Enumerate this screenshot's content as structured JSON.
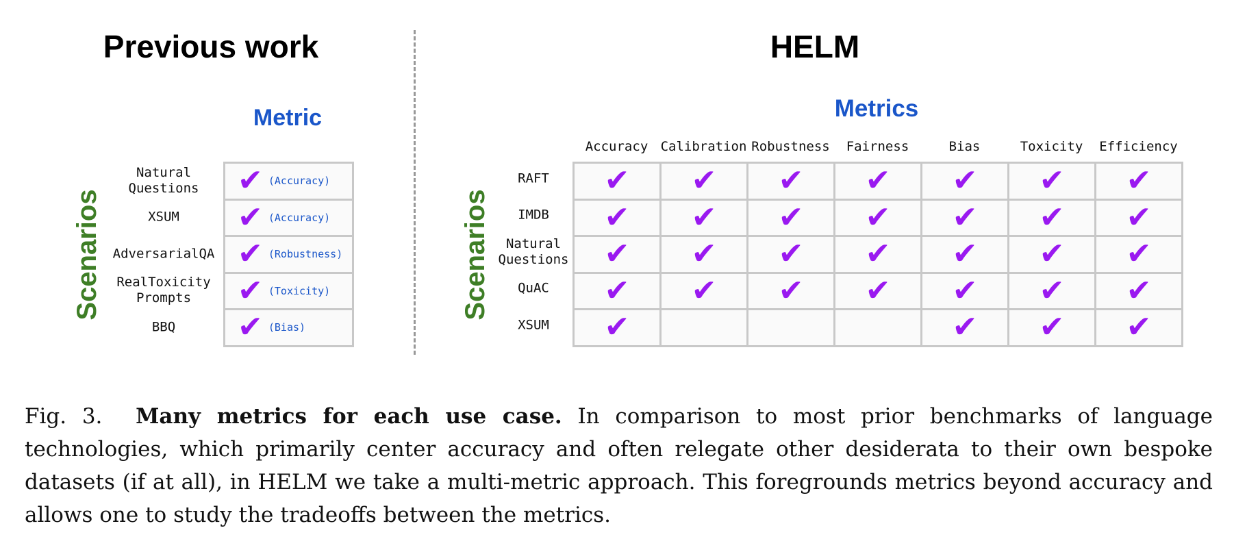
{
  "previous": {
    "title": "Previous work",
    "metric_header": "Metric",
    "scenarios_label": "Scenarios",
    "rows": [
      {
        "scenario": "Natural\nQuestions",
        "check": "✔",
        "metric": "(Accuracy)"
      },
      {
        "scenario": "XSUM",
        "check": "✔",
        "metric": "(Accuracy)"
      },
      {
        "scenario": "AdversarialQA",
        "check": "✔",
        "metric": "(Robustness)"
      },
      {
        "scenario": "RealToxicity\nPrompts",
        "check": "✔",
        "metric": "(Toxicity)"
      },
      {
        "scenario": "BBQ",
        "check": "✔",
        "metric": "(Bias)"
      }
    ]
  },
  "helm": {
    "title": "HELM",
    "metrics_header": "Metrics",
    "scenarios_label": "Scenarios",
    "columns": [
      "Accuracy",
      "Calibration",
      "Robustness",
      "Fairness",
      "Bias",
      "Toxicity",
      "Efficiency"
    ],
    "rows": [
      {
        "scenario": "RAFT",
        "cells": [
          "✔",
          "✔",
          "✔",
          "✔",
          "✔",
          "✔",
          "✔"
        ]
      },
      {
        "scenario": "IMDB",
        "cells": [
          "✔",
          "✔",
          "✔",
          "✔",
          "✔",
          "✔",
          "✔"
        ]
      },
      {
        "scenario": "Natural\nQuestions",
        "cells": [
          "✔",
          "✔",
          "✔",
          "✔",
          "✔",
          "✔",
          "✔"
        ]
      },
      {
        "scenario": "QuAC",
        "cells": [
          "✔",
          "✔",
          "✔",
          "✔",
          "✔",
          "✔",
          "✔"
        ]
      },
      {
        "scenario": "XSUM",
        "cells": [
          "✔",
          "",
          "",
          "",
          "✔",
          "✔",
          "✔"
        ]
      }
    ]
  },
  "caption": {
    "fig_label": "Fig. 3.",
    "bold_text": "Many metrics for each use case.",
    "body": "In comparison to most prior benchmarks of language technologies, which primarily center accuracy and often relegate other desiderata to their own bespoke datasets (if at all), in HELM we take a multi-metric approach. This foregrounds metrics beyond accuracy and allows one to study the tradeoffs between the metrics."
  },
  "colors": {
    "check": "#9a19f0",
    "metric_blue": "#1a56c9",
    "scenario_green": "#3e7e26",
    "grid_border": "#c8c8c8"
  }
}
